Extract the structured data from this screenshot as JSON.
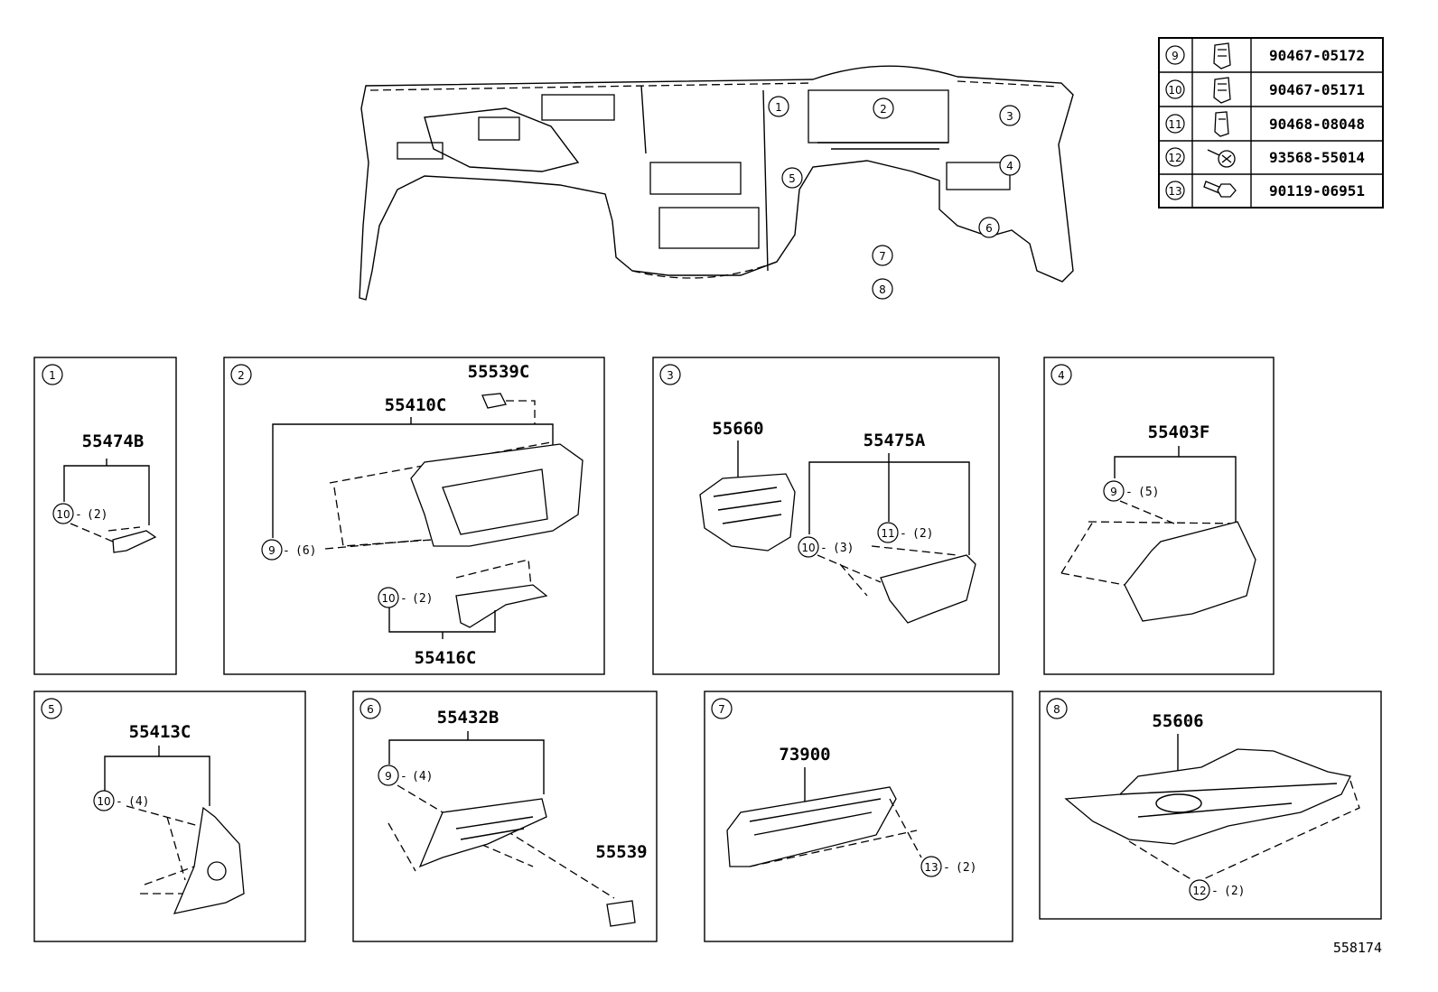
{
  "diagram_id": "558174",
  "overview_callouts": [
    "1",
    "2",
    "3",
    "4",
    "5",
    "6",
    "7",
    "8"
  ],
  "fastener_table": [
    {
      "ref": "9",
      "part_no": "90467-05172",
      "icon": "clip-icon"
    },
    {
      "ref": "10",
      "part_no": "90467-05171",
      "icon": "clip-icon"
    },
    {
      "ref": "11",
      "part_no": "90468-08048",
      "icon": "clip-icon"
    },
    {
      "ref": "12",
      "part_no": "93568-55014",
      "icon": "screw-icon"
    },
    {
      "ref": "13",
      "part_no": "90119-06951",
      "icon": "bolt-icon"
    }
  ],
  "panels": [
    {
      "ref": "1",
      "parts": [
        "55474B"
      ],
      "fasteners": [
        {
          "ref": "10",
          "qty": "(2)"
        }
      ]
    },
    {
      "ref": "2",
      "parts": [
        "55539C",
        "55410C",
        "55416C"
      ],
      "fasteners": [
        {
          "ref": "9",
          "qty": "(6)"
        },
        {
          "ref": "10",
          "qty": "(2)"
        }
      ]
    },
    {
      "ref": "3",
      "parts": [
        "55660",
        "55475A"
      ],
      "fasteners": [
        {
          "ref": "11",
          "qty": "(2)"
        },
        {
          "ref": "10",
          "qty": "(3)"
        }
      ]
    },
    {
      "ref": "4",
      "parts": [
        "55403F"
      ],
      "fasteners": [
        {
          "ref": "9",
          "qty": "(5)"
        }
      ]
    },
    {
      "ref": "5",
      "parts": [
        "55413C"
      ],
      "fasteners": [
        {
          "ref": "10",
          "qty": "(4)"
        }
      ]
    },
    {
      "ref": "6",
      "parts": [
        "55432B",
        "55539"
      ],
      "fasteners": [
        {
          "ref": "9",
          "qty": "(4)"
        }
      ]
    },
    {
      "ref": "7",
      "parts": [
        "73900"
      ],
      "fasteners": [
        {
          "ref": "13",
          "qty": "(2)"
        }
      ]
    },
    {
      "ref": "8",
      "parts": [
        "55606"
      ],
      "fasteners": [
        {
          "ref": "12",
          "qty": "(2)"
        }
      ]
    }
  ]
}
